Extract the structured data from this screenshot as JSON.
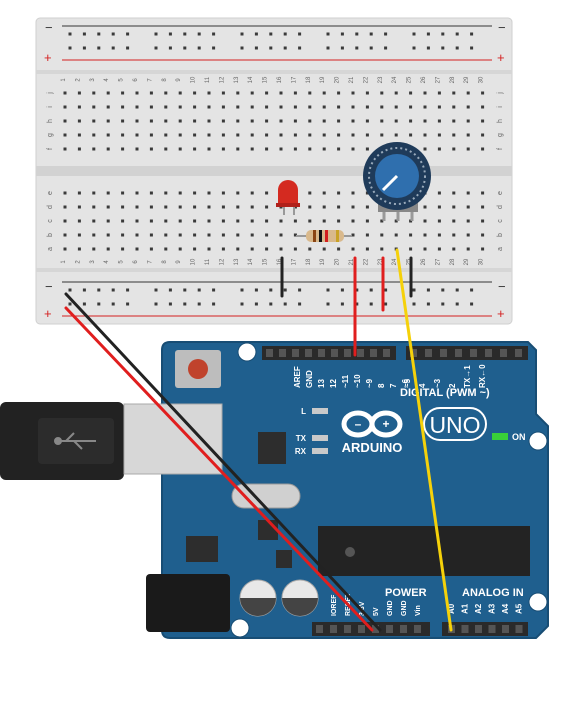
{
  "breadboard": {
    "top_rail_minus": "−",
    "top_rail_plus": "+",
    "bottom_rail_minus": "−",
    "bottom_rail_plus": "+",
    "row_letters_top": [
      "j",
      "i",
      "h",
      "g",
      "f"
    ],
    "row_letters_bottom": [
      "e",
      "d",
      "c",
      "b",
      "a"
    ],
    "column_numbers": [
      "1",
      "2",
      "3",
      "4",
      "5",
      "6",
      "7",
      "8",
      "9",
      "10",
      "11",
      "12",
      "13",
      "14",
      "15",
      "16",
      "17",
      "18",
      "19",
      "20",
      "21",
      "22",
      "23",
      "24",
      "25",
      "26",
      "27",
      "28",
      "29",
      "30"
    ],
    "colors": {
      "body": "#e6e6e6",
      "rail_red": "#d42020",
      "rail_black": "#333333",
      "hole": "#3a3a3a"
    }
  },
  "components": {
    "led": {
      "color": "#d42a20"
    },
    "resistor": {
      "color": "#d9b98c"
    },
    "potentiometer": {
      "knob_color": "#2f6fae",
      "body_color": "#1f3b5a"
    }
  },
  "wires": [
    {
      "color": "#222222"
    },
    {
      "color": "#e01e1e"
    },
    {
      "color": "#e01e1e"
    },
    {
      "color": "#222222"
    },
    {
      "color": "#f5d10a"
    },
    {
      "color": "#e01e1e"
    },
    {
      "color": "#222222"
    }
  ],
  "arduino": {
    "board_color": "#1f5f8e",
    "brand": "ARDUINO",
    "model": "UNO",
    "digital_label": "DIGITAL (PWM ~)",
    "analog_label": "ANALOG IN",
    "power_label": "POWER",
    "on_label": "ON",
    "led_labels": [
      "L",
      "TX",
      "RX"
    ],
    "digital_pins": [
      "AREF",
      "GND",
      "13",
      "12",
      "~11",
      "~10",
      "~9",
      "8",
      "7",
      "~6",
      "~5",
      "4",
      "~3",
      "2",
      "TX→1",
      "RX←0"
    ],
    "power_pins": [
      "IOREF",
      "RESET",
      "3.3V",
      "5V",
      "GND",
      "GND",
      "Vin"
    ],
    "analog_pins": [
      "A0",
      "A1",
      "A2",
      "A3",
      "A4",
      "A5"
    ]
  }
}
